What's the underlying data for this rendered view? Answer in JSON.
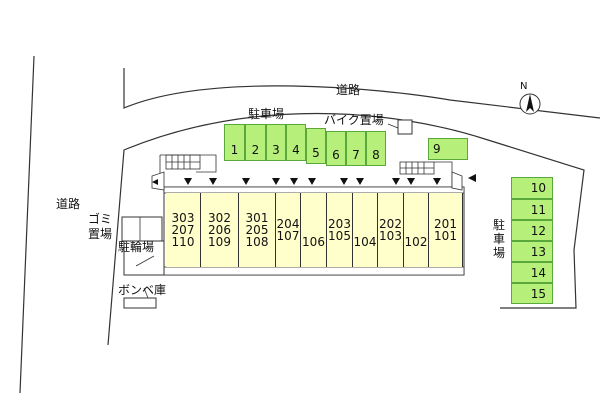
{
  "roads": {
    "top": "道路",
    "left": "道路"
  },
  "labels": {
    "bike_parking": "バイク置場",
    "garbage": [
      "ゴミ",
      "置場"
    ],
    "bicycle_parking": "駐輪場",
    "gas_cylinder": "ボンベ庫",
    "parking_top": "駐車場",
    "parking_right": "駐車場",
    "north": "N"
  },
  "parking_top": [
    "1",
    "2",
    "3",
    "4",
    "5",
    "6",
    "7",
    "8"
  ],
  "parking_nine": "9",
  "parking_right": [
    "10",
    "11",
    "12",
    "13",
    "14",
    "15"
  ],
  "units": [
    [
      "303",
      "207",
      "110"
    ],
    [
      "302",
      "206",
      "109"
    ],
    [
      "301",
      "205",
      "108"
    ],
    [
      "204",
      "107"
    ],
    [
      "106"
    ],
    [
      "203",
      "105"
    ],
    [
      "104"
    ],
    [
      "202",
      "103"
    ],
    [
      "102"
    ],
    [
      "201",
      "101"
    ]
  ],
  "colors": {
    "parking": "#b6f07a",
    "building": "#ffffcc",
    "road": "#ffffff"
  }
}
